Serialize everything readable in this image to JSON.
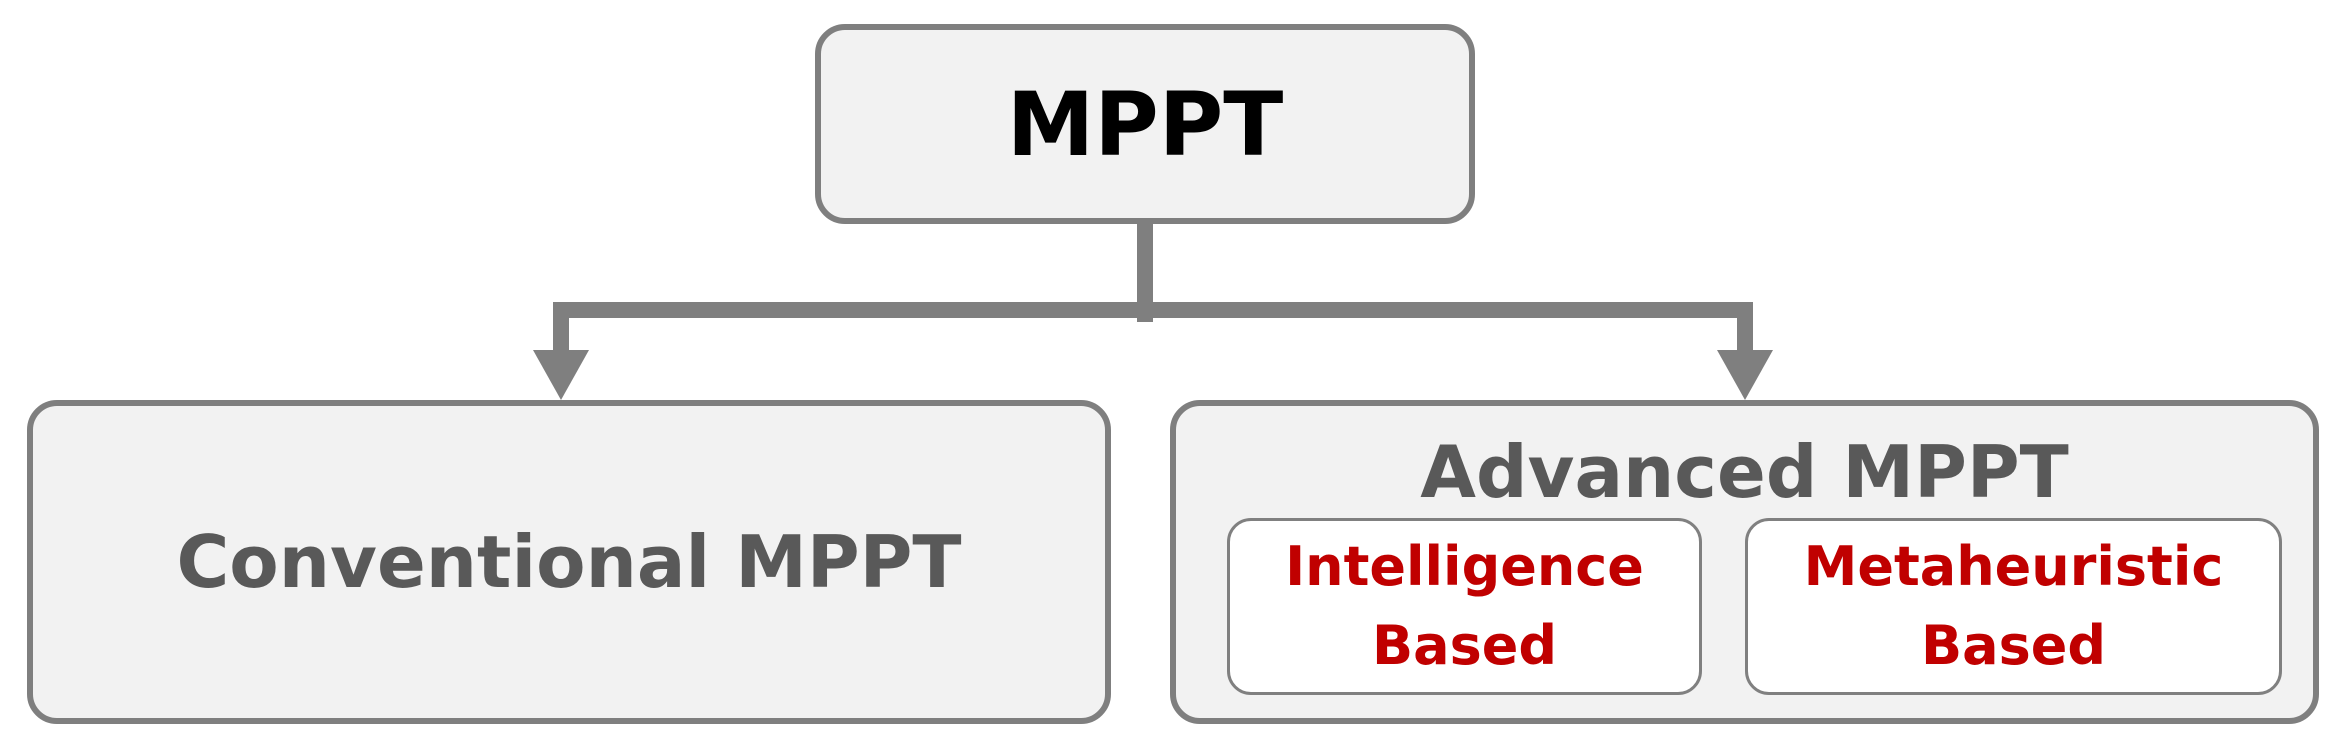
{
  "root": {
    "label": "MPPT"
  },
  "children": {
    "conventional": {
      "label": "Conventional MPPT"
    },
    "advanced": {
      "label": "Advanced MPPT",
      "subcategories": [
        {
          "line1": "Intelligence",
          "line2": "Based"
        },
        {
          "line1": "Metaheuristic",
          "line2": "Based"
        }
      ]
    }
  },
  "colors": {
    "border": "#7f7f7f",
    "box_fill": "#f2f2f2",
    "root_text": "#000000",
    "category_text": "#595959",
    "subcategory_text": "#c00000",
    "connector": "#7f7f7f"
  }
}
